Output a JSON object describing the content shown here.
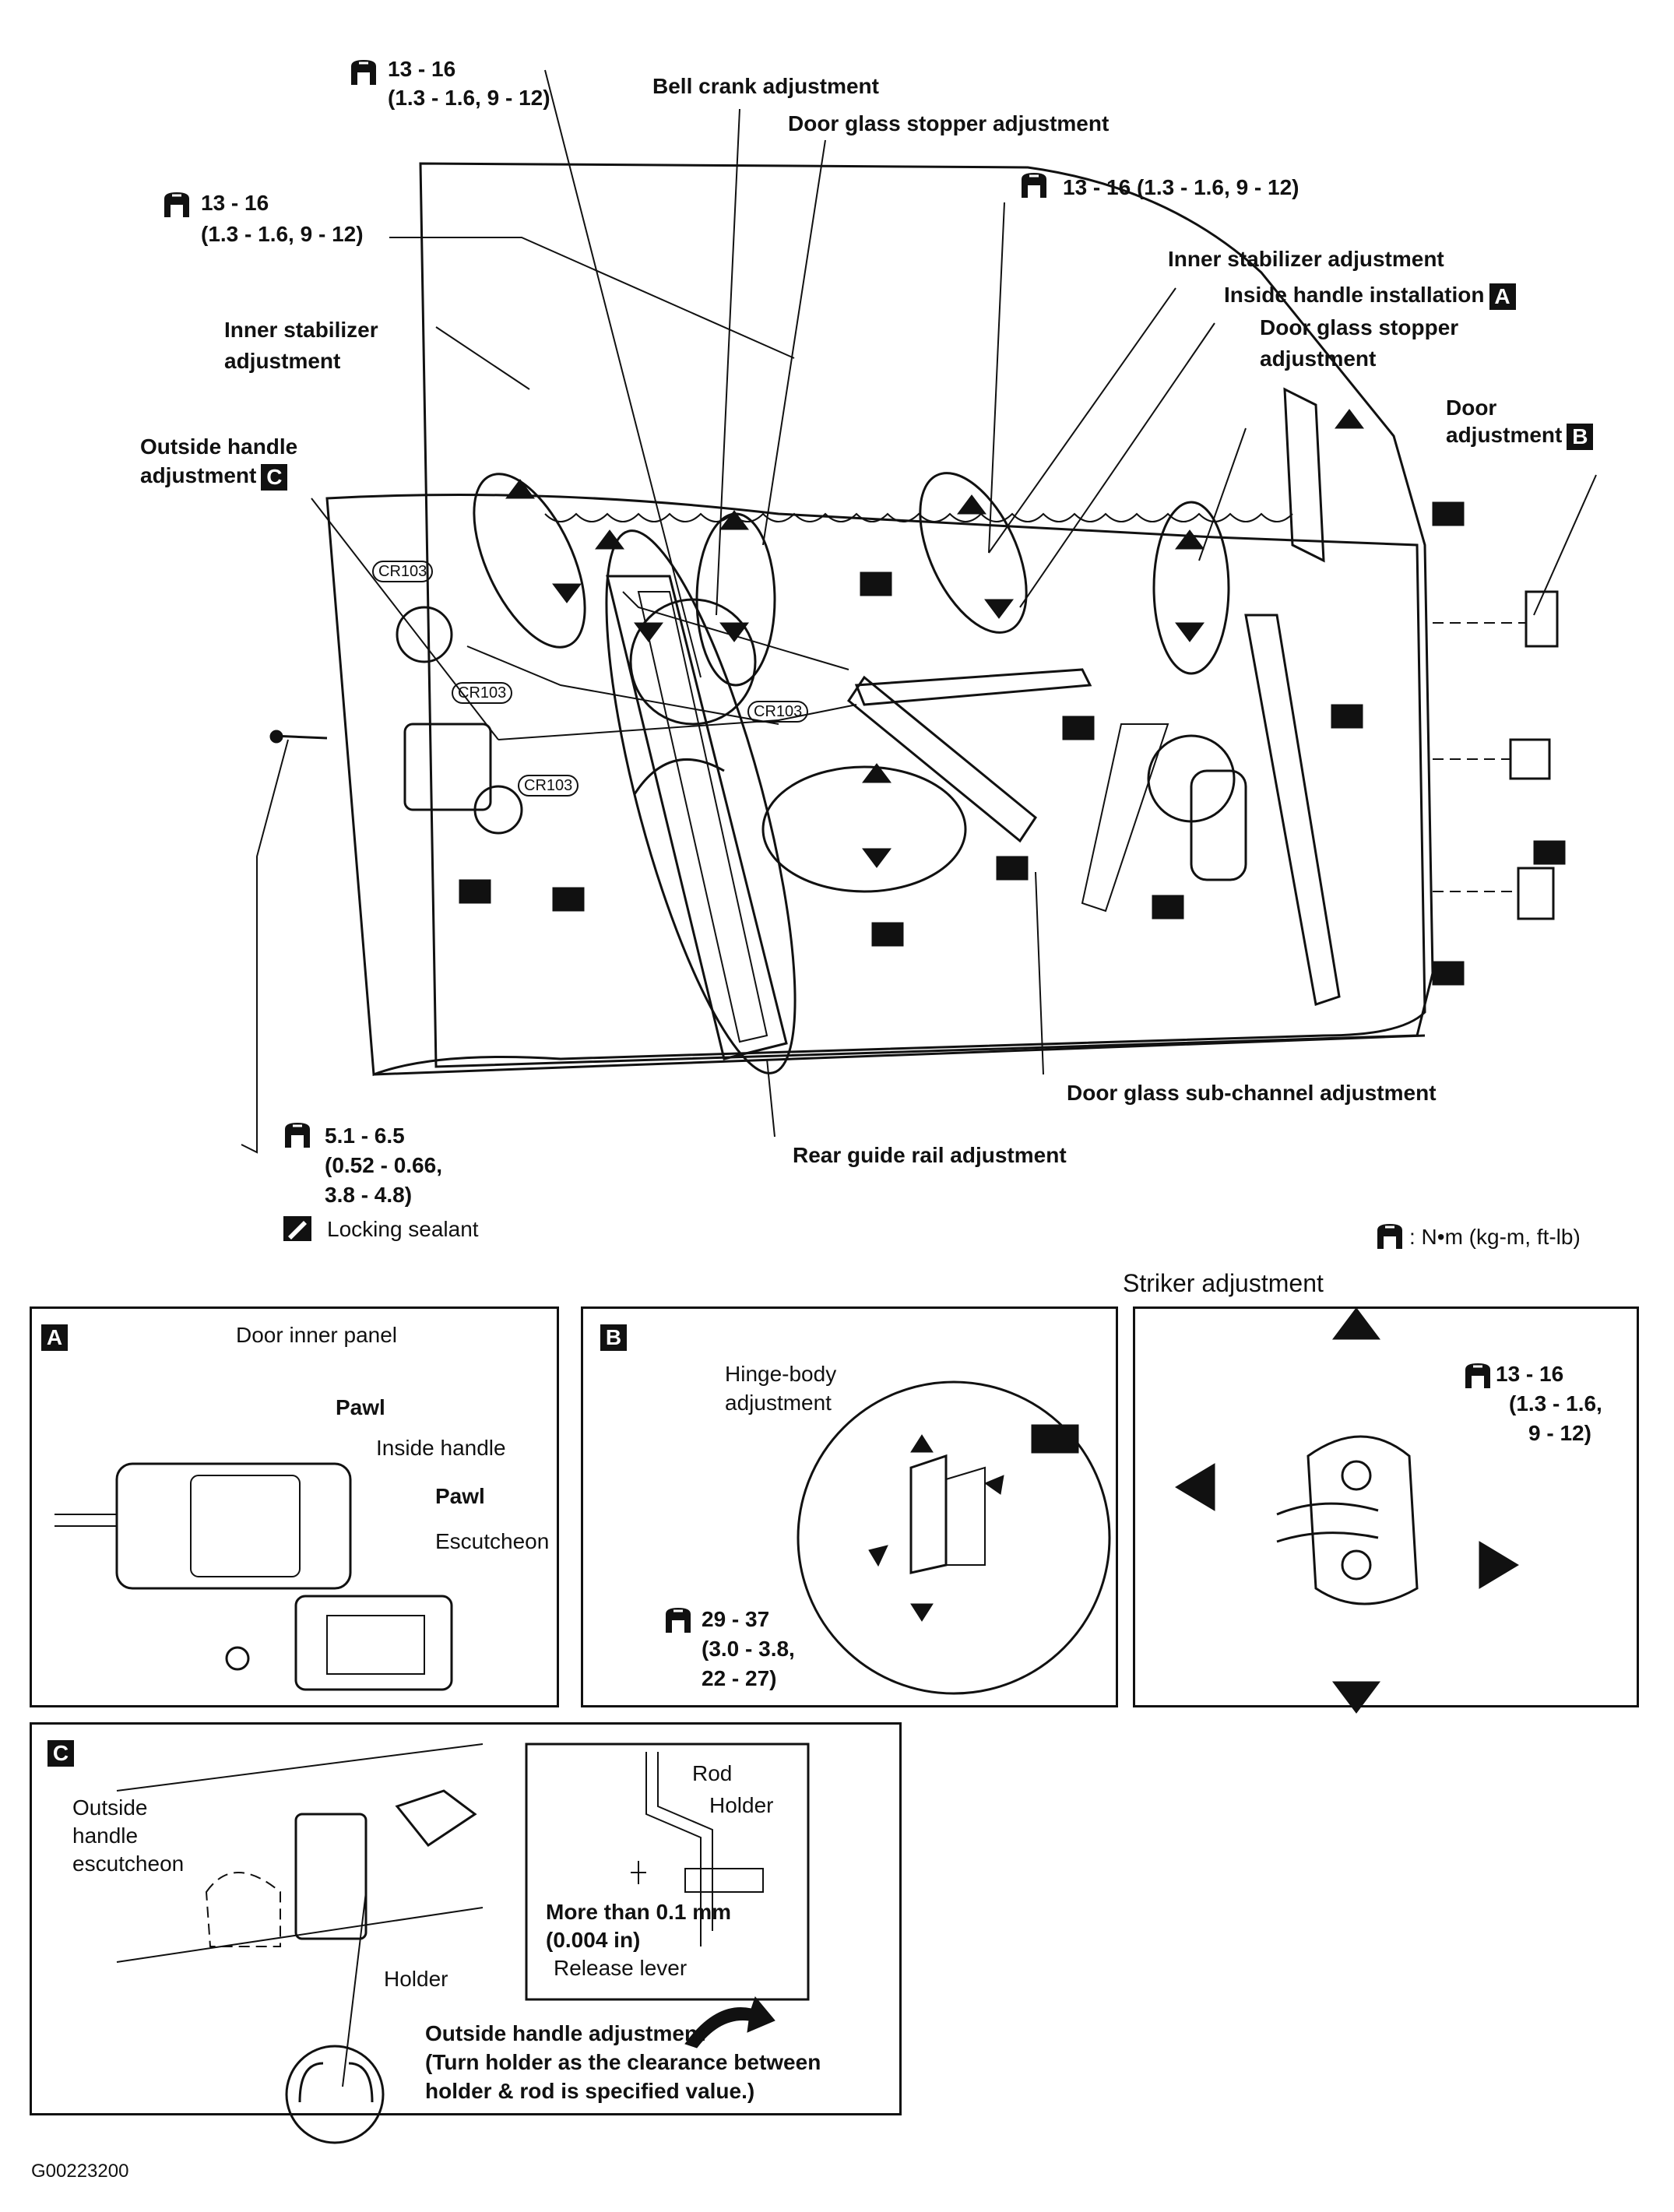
{
  "torque": {
    "top_a": [
      "13 - 16",
      "(1.3 - 1.6, 9 - 12)"
    ],
    "top_b": [
      "13 - 16",
      "(1.3 - 1.6, 9 - 12)"
    ],
    "top_c": "13 - 16 (1.3 - 1.6, 9 - 12)",
    "bottom": [
      "5.1 - 6.5",
      "(0.52 - 0.66,",
      "3.8 - 4.8)"
    ],
    "locking_sealant": "Locking sealant",
    "legend": ": N•m (kg-m, ft-lb)"
  },
  "callouts": {
    "bell_crank": "Bell crank adjustment",
    "door_glass_stopper_top": "Door glass stopper adjustment",
    "inner_stabilizer_right": "Inner stabilizer adjustment",
    "inside_handle_install": "Inside handle installation",
    "inside_handle_ref": "A",
    "door_glass_stopper_right": [
      "Door glass stopper",
      "adjustment"
    ],
    "door_adjustment": [
      "Door",
      "adjustment"
    ],
    "door_adjustment_ref": "B",
    "inner_stabilizer_left": [
      "Inner stabilizer",
      "adjustment"
    ],
    "outside_handle": [
      "Outside handle",
      "adjustment"
    ],
    "outside_handle_ref": "C",
    "sub_channel": "Door glass sub-channel adjustment",
    "rear_guide_rail": "Rear guide rail adjustment",
    "cr103": "CR103"
  },
  "panel_a": {
    "ref": "A",
    "door_inner_panel": "Door inner panel",
    "pawl_1": "Pawl",
    "inside_handle": "Inside handle",
    "pawl_2": "Pawl",
    "escutcheon": "Escutcheon"
  },
  "panel_b": {
    "ref": "B",
    "hinge_body": [
      "Hinge-body",
      "adjustment"
    ],
    "torque": [
      "29 - 37",
      "(3.0 - 3.8,",
      "22 - 27)"
    ]
  },
  "panel_striker": {
    "title": "Striker adjustment",
    "torque": [
      "13 - 16",
      "(1.3 - 1.6,",
      "9 - 12)"
    ]
  },
  "panel_c": {
    "ref": "C",
    "outside_handle_escutcheon": [
      "Outside",
      "handle",
      "escutcheon"
    ],
    "holder": "Holder",
    "rod": "Rod",
    "holder_inset": "Holder",
    "clearance": [
      "More than 0.1 mm",
      "(0.004 in)"
    ],
    "release_lever": "Release lever",
    "caption": [
      "Outside handle adjustment",
      "(Turn holder as the clearance between",
      "holder & rod is specified value.)"
    ]
  },
  "figure_id": "G00223200"
}
